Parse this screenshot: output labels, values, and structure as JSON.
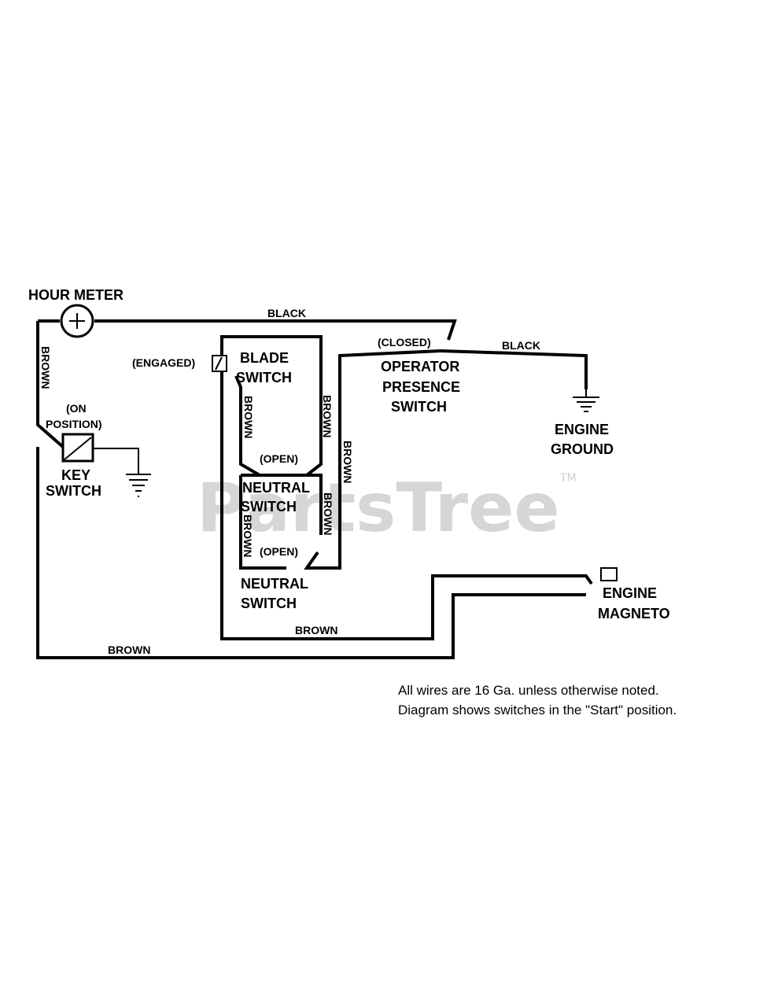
{
  "labels": {
    "hour_meter": "HOUR METER",
    "blade_switch": [
      "BLADE",
      "SWITCH"
    ],
    "engaged": "(ENGAGED)",
    "closed": "(CLOSED)",
    "operator_presence": [
      "OPERATOR",
      "PRESENCE",
      "SWITCH"
    ],
    "engine_ground": [
      "ENGINE",
      "GROUND"
    ],
    "on_position": [
      "(ON",
      "POSITION)"
    ],
    "key_switch": [
      "KEY",
      "SWITCH"
    ],
    "neutral_switch_upper": [
      "NEUTRAL",
      "SWITCH"
    ],
    "open_upper": "(OPEN)",
    "open_lower": "(OPEN)",
    "neutral_switch_lower": [
      "NEUTRAL",
      "SWITCH"
    ],
    "engine_magneto": [
      "ENGINE",
      "MAGNETO"
    ]
  },
  "wires": {
    "black_top": "BLACK",
    "black_right": "BLACK",
    "brown_left_vertical": "BROWN",
    "brown_blade_inner": "BROWN",
    "brown_blade_outer": "BROWN",
    "brown_right_long": "BROWN",
    "brown_neutral_outer": "BROWN",
    "brown_neutral_inner": "BROWN",
    "brown_bottom_inner": "BROWN",
    "brown_bottom_outer": "BROWN"
  },
  "notes": [
    "All wires are 16 Ga. unless otherwise noted.",
    "Diagram shows switches in the \"Start\" position."
  ],
  "watermark": {
    "text": "PartsTree",
    "tm": "TM"
  }
}
